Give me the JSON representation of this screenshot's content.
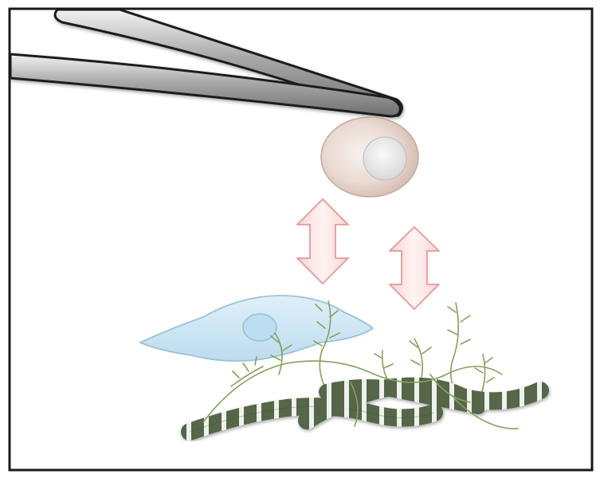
{
  "figure": {
    "background": "#ffffff",
    "frame_color": "#1a1a1a",
    "palette": {
      "probe_dark": "#2b2b2b",
      "probe_mid": "#8c8c8c",
      "probe_light": "#e6e6e6",
      "bead_rim": "#c9b3a8",
      "bead_fill": "#f1e6e0",
      "bead_core": "#e8e8e8",
      "arrow_fill": "#fde6e6",
      "arrow_stroke": "#e79b9b",
      "cell_fill": "#cfe7f4",
      "cell_stroke": "#9ec3d8",
      "nucleus_fill": "#b9dcef",
      "fibre_dark": "#5a6b4e",
      "fibre_light": "#e9eee6",
      "branch": "#7f9a52"
    },
    "elements": [
      {
        "name": "tweezer-probe",
        "shape": "tweezer-icon"
      },
      {
        "name": "probe-bead",
        "shape": "bead-icon"
      },
      {
        "name": "force-arrow-cell",
        "shape": "double-arrow-icon"
      },
      {
        "name": "force-arrow-matrix",
        "shape": "double-arrow-icon"
      },
      {
        "name": "cell-body",
        "shape": "cell-icon"
      },
      {
        "name": "cell-nucleus",
        "shape": "nucleus-icon"
      },
      {
        "name": "collagen-fibres",
        "shape": "fibre-icon"
      },
      {
        "name": "branching-filaments",
        "shape": "branch-icon"
      }
    ]
  }
}
